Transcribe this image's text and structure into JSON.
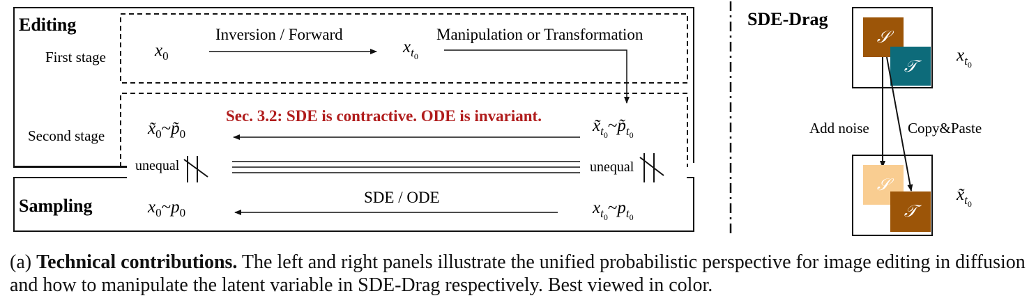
{
  "left_panel": {
    "editing_title": "Editing",
    "first_stage_label": "First stage",
    "second_stage_label": "Second stage",
    "sampling_title": "Sampling",
    "inversion_label": "Inversion / Forward",
    "manipulation_label": "Manipulation or Transformation",
    "sec_note": "Sec. 3.2: SDE is contractive. ODE is invariant.",
    "sde_ode_label": "SDE / ODE",
    "unequal_left": "unequal",
    "unequal_right": "unequal",
    "note_color": "#b01c1c"
  },
  "right_panel": {
    "title": "SDE-Drag",
    "add_noise_label": "Add noise",
    "copy_paste_label": "Copy&Paste",
    "source_symbol": "𝒮",
    "target_symbol": "𝒯",
    "colors": {
      "source_top": "#9c5508",
      "target_top": "#0d6b7a",
      "source_faded": "#f9cd91",
      "target_bottom": "#9c5508"
    }
  },
  "caption": {
    "prefix": "(a) ",
    "bold": "Technical contributions.",
    "text": " The left and right panels illustrate the unified probabilistic perspective for image editing in diffusion and how to manipulate the latent variable in SDE-Drag respectively. Best viewed in color."
  }
}
